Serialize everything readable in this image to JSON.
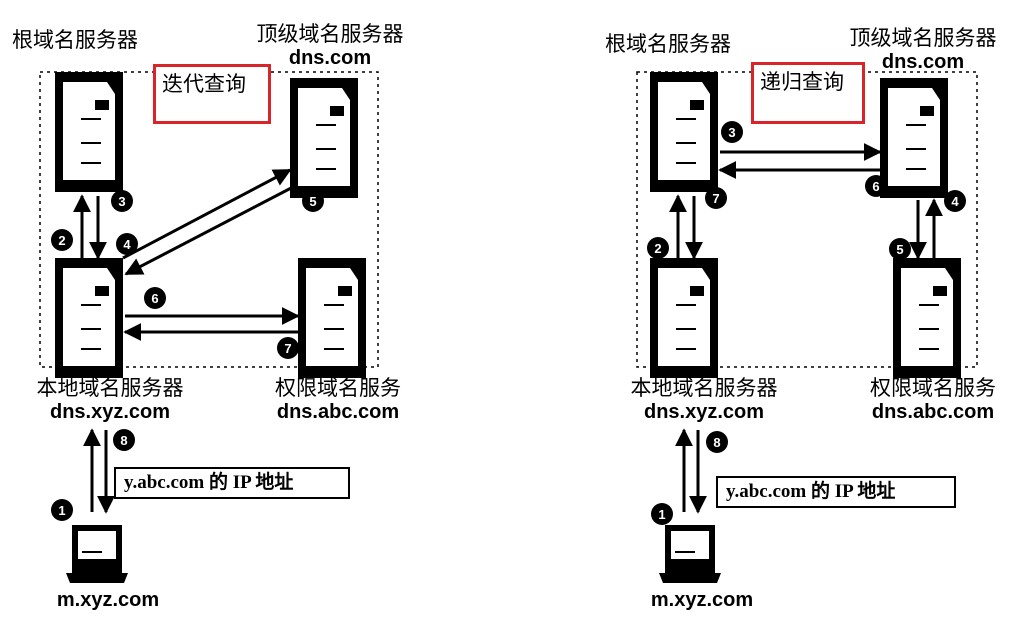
{
  "left": {
    "root_label": "根域名服务器",
    "tld_label": "顶级域名服务器",
    "tld_host": "dns.com",
    "mode": "迭代查询",
    "local_label": "本地域名服务器",
    "local_host": "dns.xyz.com",
    "auth_label": "权限域名服务",
    "auth_host": "dns.abc.com",
    "ip_box": "y.abc.com 的 IP 地址",
    "client_host": "m.xyz.com",
    "steps": [
      "1",
      "2",
      "3",
      "4",
      "5",
      "6",
      "7",
      "8"
    ]
  },
  "right": {
    "root_label": "根域名服务器",
    "tld_label": "顶级域名服务器",
    "tld_host": "dns.com",
    "mode": "递归查询",
    "local_label": "本地域名服务器",
    "local_host": "dns.xyz.com",
    "auth_label": "权限域名服务",
    "auth_host": "dns.abc.com",
    "ip_box": "y.abc.com 的 IP 地址",
    "client_host": "m.xyz.com",
    "steps": [
      "1",
      "2",
      "3",
      "4",
      "5",
      "6",
      "7",
      "8"
    ]
  },
  "colors": {
    "highlight": "#d9242a",
    "ink": "#000000"
  },
  "icons": [
    "server-icon",
    "client-computer-icon"
  ]
}
